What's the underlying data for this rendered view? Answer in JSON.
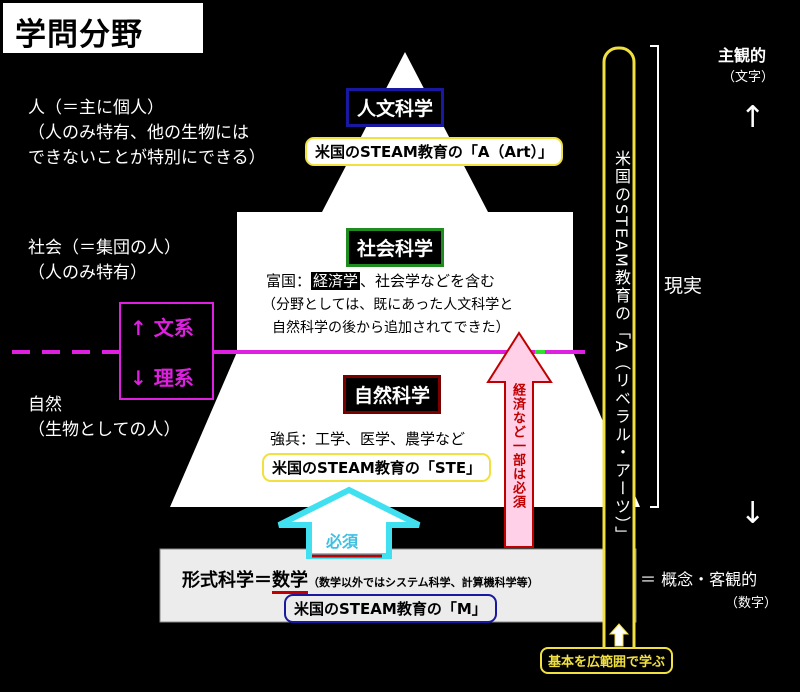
{
  "title": "学問分野",
  "left": {
    "person": [
      "人（＝主に個人）",
      "（人のみ特有、他の生物には",
      "できないことが特別にできる）"
    ],
    "society": [
      "社会（＝集団の人）",
      "（人のみ特有）"
    ],
    "nature": [
      "自然",
      "（生物としての人）"
    ]
  },
  "divider": {
    "up": "↑ 文系",
    "down": "↓ 理系"
  },
  "humanities": {
    "label": "人文科学",
    "steam": "米国のSTEAM教育の「A（Art）」"
  },
  "social": {
    "label": "社会科学",
    "line1_prefix": "富国：",
    "line1_highlight": "経済学",
    "line1_suffix": "、社会学などを含む",
    "line2": "（分野としては、既にあった人文科学と",
    "line3": "自然科学の後から追加されてできた）"
  },
  "natural": {
    "label": "自然科学",
    "line1": "強兵：工学、医学、農学など",
    "steam": "米国のSTEAM教育の「STE」"
  },
  "required": "必須",
  "economics_arrow": "経済など一部は必須",
  "formal": {
    "main_prefix": "形式科学＝",
    "main_math": "数学",
    "sub": "（数学以外ではシステム科学、計算機科学等）",
    "steam": "米国のSTEAM教育の「M」"
  },
  "pillar": "米国のSTEAM教育の「A（リベラル・アーツ）」",
  "pillar_base": "基本を広範囲で学ぶ",
  "right": {
    "subjective": "主観的",
    "subjective_sub": "（文字）",
    "up_arrow": "↑",
    "reality": "現実",
    "down_arrow": "↓",
    "objective": "＝ 概念・客観的",
    "objective_sub": "（数字）"
  },
  "colors": {
    "pink": "#e020e0",
    "cyan": "#40e0f0",
    "red": "#c00000",
    "yellow": "#f0e040",
    "green": "#1e8c1e",
    "blue": "#1818a0",
    "darkred": "#7a0000"
  }
}
